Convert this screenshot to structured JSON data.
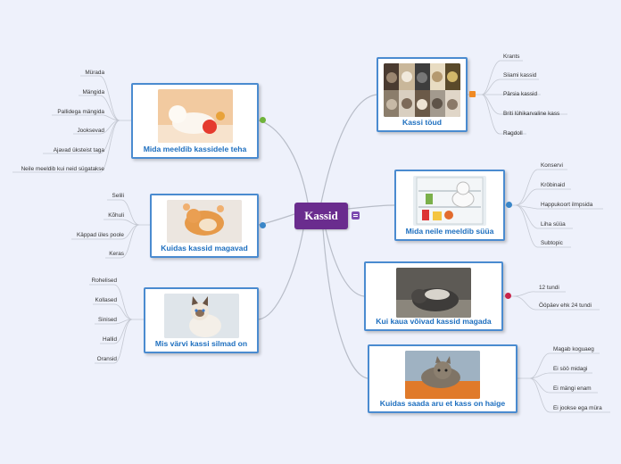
{
  "central": {
    "label": "Kassid"
  },
  "branches": [
    {
      "title": "Kassi töud",
      "leaves": [
        "Krants",
        "Siiami kassid",
        "Pärsia kassid",
        "Briti lühikarvaline kass",
        "Ragdoll"
      ]
    },
    {
      "title": "Mida neile meeldib süüa",
      "leaves": [
        "Konservi",
        "Kröbinaid",
        "Happukoort ilmpsida",
        "Liha süüa",
        "Subtopic"
      ]
    },
    {
      "title": "Kui kaua võivad kassid magada",
      "leaves": [
        "12 tundi",
        "Ööpäev ehk 24 tundi"
      ]
    },
    {
      "title": "Kuidas saada aru et kass on haige",
      "leaves": [
        "Magab koguaeg",
        "Ei söö midagi",
        "Ei mängi enam",
        "Ei jookse ega müra"
      ]
    },
    {
      "title": "Mida meeldib kassidele teha",
      "leaves": [
        "Mürada",
        "Mängida",
        "Pallidega mängida",
        "Jooksevad",
        "Ajavad üksteist taga",
        "Neile meeldib kui neid sügatakse"
      ]
    },
    {
      "title": "Kuidas kassid magavad",
      "leaves": [
        "Selili",
        "Kõhuli",
        "Käppad üles poole",
        "Keras"
      ]
    },
    {
      "title": "Mis värvi kassi silmad on",
      "leaves": [
        "Rohelised",
        "Kollased",
        "Sinised",
        "Hallid",
        "Oransid"
      ]
    }
  ],
  "colors": {
    "central": "#6a2c8e",
    "node_border": "#4a8bd0",
    "node_title": "#1e6fbf",
    "connector": "#b8bdc8"
  }
}
